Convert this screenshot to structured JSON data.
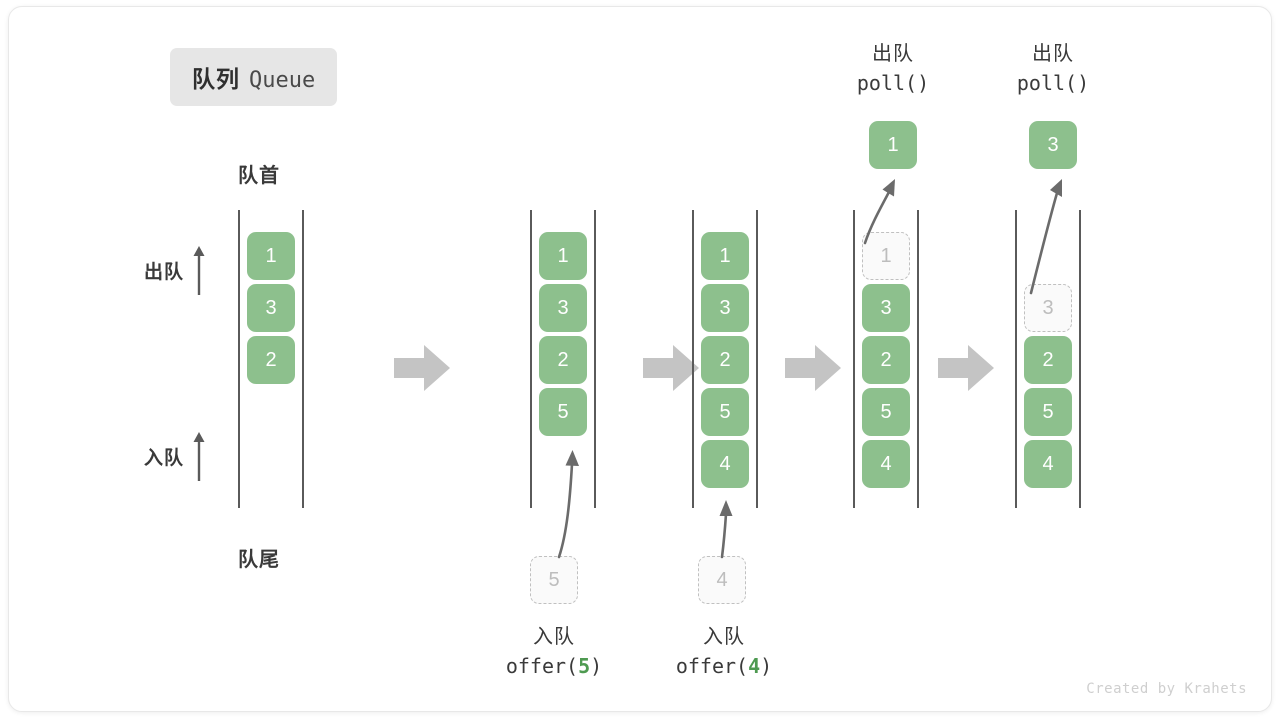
{
  "title": {
    "cn": "队列",
    "en": "Queue"
  },
  "labels": {
    "head": "队首",
    "tail": "队尾",
    "dequeue": "出队",
    "enqueue": "入队"
  },
  "side_ops": [
    {
      "name": "dequeue",
      "text": "出队"
    },
    {
      "name": "enqueue",
      "text": "入队"
    }
  ],
  "columns": [
    {
      "id": "initial",
      "cells": [
        {
          "value": "1",
          "state": "full"
        },
        {
          "value": "3",
          "state": "full"
        },
        {
          "value": "2",
          "state": "full"
        }
      ]
    },
    {
      "id": "after-offer-5",
      "cells": [
        {
          "value": "1",
          "state": "full"
        },
        {
          "value": "3",
          "state": "full"
        },
        {
          "value": "2",
          "state": "full"
        },
        {
          "value": "5",
          "state": "full"
        }
      ],
      "incoming": {
        "value": "5",
        "state": "ghost"
      },
      "caption": {
        "line1": "入队",
        "fn": "offer(",
        "arg": "5",
        "close": ")"
      }
    },
    {
      "id": "after-offer-4",
      "cells": [
        {
          "value": "1",
          "state": "full"
        },
        {
          "value": "3",
          "state": "full"
        },
        {
          "value": "2",
          "state": "full"
        },
        {
          "value": "5",
          "state": "full"
        },
        {
          "value": "4",
          "state": "full"
        }
      ],
      "incoming": {
        "value": "4",
        "state": "ghost"
      },
      "caption": {
        "line1": "入队",
        "fn": "offer(",
        "arg": "4",
        "close": ")"
      }
    },
    {
      "id": "after-poll-1",
      "cells": [
        {
          "value": "1",
          "state": "ghost"
        },
        {
          "value": "3",
          "state": "full"
        },
        {
          "value": "2",
          "state": "full"
        },
        {
          "value": "5",
          "state": "full"
        },
        {
          "value": "4",
          "state": "full"
        }
      ],
      "outgoing": {
        "value": "1",
        "state": "full"
      },
      "caption": {
        "line1": "出队",
        "fn": "poll()",
        "arg": "",
        "close": ""
      }
    },
    {
      "id": "after-poll-3",
      "cells": [
        {
          "value": "",
          "state": "empty"
        },
        {
          "value": "3",
          "state": "ghost"
        },
        {
          "value": "2",
          "state": "full"
        },
        {
          "value": "5",
          "state": "full"
        },
        {
          "value": "4",
          "state": "full"
        }
      ],
      "outgoing": {
        "value": "3",
        "state": "full"
      },
      "caption": {
        "line1": "出队",
        "fn": "poll()",
        "arg": "",
        "close": ""
      }
    }
  ],
  "step_arrows": [
    {
      "name": "step-arrow-1"
    },
    {
      "name": "step-arrow-2"
    },
    {
      "name": "step-arrow-3"
    },
    {
      "name": "step-arrow-4"
    }
  ],
  "footer": "Created by Krahets",
  "colors": {
    "cell_green": "#8dc08d",
    "accent_green": "#4e9a51",
    "rail": "#5a5a5a",
    "ghost_border": "#c0c0c0",
    "step_arrow": "#c4c4c4",
    "text_dark": "#3a3a3a"
  }
}
